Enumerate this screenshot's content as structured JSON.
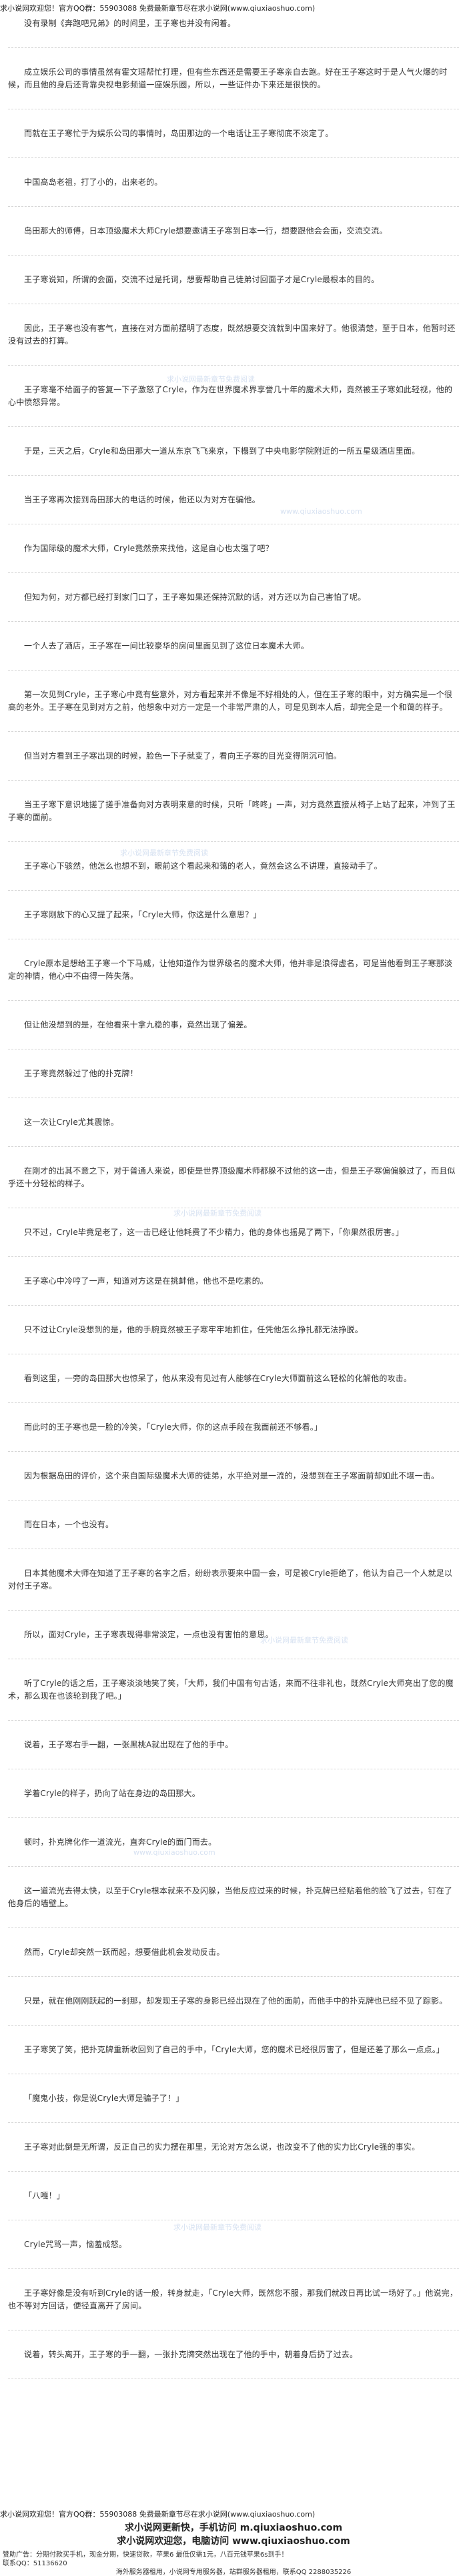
{
  "header": {
    "notice": "求小说网欢迎您！官方QQ群：55903088 免费最新章节尽在求小说网(www.qiuxiaoshuo.com)"
  },
  "paragraphs": [
    "没有录制《奔跑吧兄弟》的时间里，王子寒也并没有闲着。",
    "成立娱乐公司的事情虽然有霍文瑶帮忙打理，但有些东西还是需要王子寒亲自去跑。好在王子寒这时于是人气火爆的时候，而且他的身后还背靠央视电影频道一座娱乐圈，所以，一些证件办下来还是很快的。",
    "而就在王子寒忙于为娱乐公司的事情时，岛田那边的一个电话让王子寒彻底不淡定了。",
    "中国高岛老祖，打了小的，出来老的。",
    "岛田那大的师傅，日本顶级魔术大师Cryle想要邀请王子寒到日本一行，想要跟他会会面，交流交流。",
    "王子寒说知，所谓的会面，交流不过是托词，想要帮助自己徒弟讨回面子才是Cryle最根本的目的。",
    "因此，王子寒也没有客气，直接在对方面前摆明了态度，既然想要交流就到中国来好了。他很清楚，至于日本，他暂时还没有过去的打算。",
    "王子寒毫不给面子的答复一下子激怒了Cryle，作为在世界魔术界享誉几十年的魔术大师，竟然被王子寒如此轻视，他的心中愤怒异常。",
    "于是，三天之后，Cryle和岛田那大一道从东京飞飞来京，下榻到了中央电影学院附近的一所五星级酒店里面。",
    "当王子寒再次接到岛田那大的电话的时候，他还以为对方在骗他。",
    "作为国际级的魔术大师，Cryle竟然亲来找他，这是自心也太强了吧？",
    "但知为何，对方都已经打到家门口了，王子寒如果还保持沉默的话，对方还以为自己害怕了呢。",
    "一个人去了酒店，王子寒在一间比较豪华的房间里面见到了这位日本魔术大师。",
    "第一次见到Cryle，王子寒心中竟有些意外，对方看起来并不像是不好相处的人，但在王子寒的眼中，对方确实是一个很高的老外。王子寒在见到对方之前，他想象中对方一定是一个非常严肃的人，可是见到本人后，却完全是一个和蔼的样子。",
    "但当对方看到王子寒出现的时候，脸色一下子就变了，看向王子寒的目光变得阴沉可怕。",
    "当王子寒下意识地搓了搓手准备向对方表明来意的时候，只听「咚咚」一声，对方竟然直接从椅子上站了起来，冲到了王子寒的面前。",
    "王子寒心下骇然，他怎么也想不到，眼前这个看起来和蔼的老人，竟然会这么不讲理，直接动手了。",
    "王子寒刚放下的心又提了起来，「Cryle大师，你这是什么意思？」",
    "Cryle原本是想给王子寒一个下马威，让他知道作为世界级名的魔术大师，他并非是浪得虚名，可是当他看到王子寒那淡定的神情，他心中不由得一阵失落。",
    "但让他没想到的是，在他看来十拿九稳的事，竟然出现了偏差。",
    "王子寒竟然躲过了他的扑克牌！",
    "这一次让Cryle尤其震惊。",
    "在刚才的出其不意之下，对于普通人来说，即使是世界顶级魔术师都躲不过他的这一击，但是王子寒偏偏躲过了，而且似乎还十分轻松的样子。",
    "只不过，Cryle毕竟是老了，这一击已经让他耗费了不少精力，他的身体也摇晃了两下，「你果然很厉害。」",
    "王子寒心中冷哼了一声，知道对方这是在挑衅他，他也不是吃素的。",
    "只不过让Cryle没想到的是，他的手腕竟然被王子寒牢牢地抓住，任凭他怎么挣扎都无法挣脱。",
    "看到这里，一旁的岛田那大也惊呆了，他从来没有见过有人能够在Cryle大师面前这么轻松的化解他的攻击。",
    "而此时的王子寒也是一脸的冷笑，「Cryle大师，你的这点手段在我面前还不够看。」",
    "因为根据岛田的评价，这个来自国际级魔术大师的徒弟，水平绝对是一流的，没想到在王子寒面前却如此不堪一击。",
    "而在日本，一个也没有。",
    "日本其他魔术大师在知道了王子寒的名字之后，纷纷表示要来中国一会，可是被Cryle拒绝了，他认为自己一个人就足以对付王子寒。",
    "所以，面对Cryle，王子寒表现得非常淡定，一点也没有害怕的意思。",
    "听了Cryle的话之后，王子寒淡淡地笑了笑，「大师，我们中国有句古话，来而不往非礼也，既然Cryle大师亮出了您的魔术，那么现在也该轮到我了吧。」",
    "说着，王子寒右手一翻，一张黑桃A就出现在了他的手中。",
    "学着Cryle的样子，扔向了站在身边的岛田那大。",
    "顿时，扑克牌化作一道流光，直奔Cryle的面门而去。",
    "这一道流光去得太快，以至于Cryle根本就来不及闪躲，当他反应过来的时候，扑克牌已经贴着他的脸飞了过去，钉在了他身后的墙壁上。",
    "然而，Cryle却突然一跃而起，想要借此机会发动反击。",
    "只是，就在他刚刚跃起的一刹那，却发现王子寒的身影已经出现在了他的面前，而他手中的扑克牌也已经不见了踪影。",
    "王子寒笑了笑，把扑克牌重新收回到了自己的手中，「Cryle大师，您的魔术已经很厉害了，但是还差了那么一点点。」",
    "「魔鬼小技，你是说Cryle大师是骗子了！」",
    "王子寒对此倒是无所谓，反正自己的实力摆在那里，无论对方怎么说，也改变不了他的实力比Cryle强的事实。",
    "「八嘎！」",
    "Cryle咒骂一声，恼羞成怒。",
    "王子寒好像是没有听到Cryle的话一般，转身就走，「Cryle大师，既然您不服，那我们就改日再比试一场好了。」他说完，也不等对方回话，便径直离开了房间。",
    "说着，转头离开，王子寒的手一翻，一张扑克牌突然出现在了他的手中，朝着身后扔了过去。"
  ],
  "watermarks": [
    "求小说网最新章节免费阅读",
    "www.qiuxiaoshuo.com"
  ],
  "footer": {
    "notice": "求小说网欢迎您！官方QQ群：55903088 免费最新章节尽在求小说网(www.qiuxiaoshuo.com)",
    "line1": "求小说网更新快，手机访问 m.qiuxiaoshuo.com",
    "line2": "求小说网欢迎您，电脑访问 www.qiuxiaoshuo.com",
    "line3": "赞助广告：分期付款买手机，现金分期，快速贷款，苹果6 最低仅需1元，八百元钱苹果6s到手！",
    "line4": "联系QQ：51136620",
    "line5": "海外服务器租用，小说网专用服务器，站群服务器租用，联系QQ 2288035226"
  }
}
